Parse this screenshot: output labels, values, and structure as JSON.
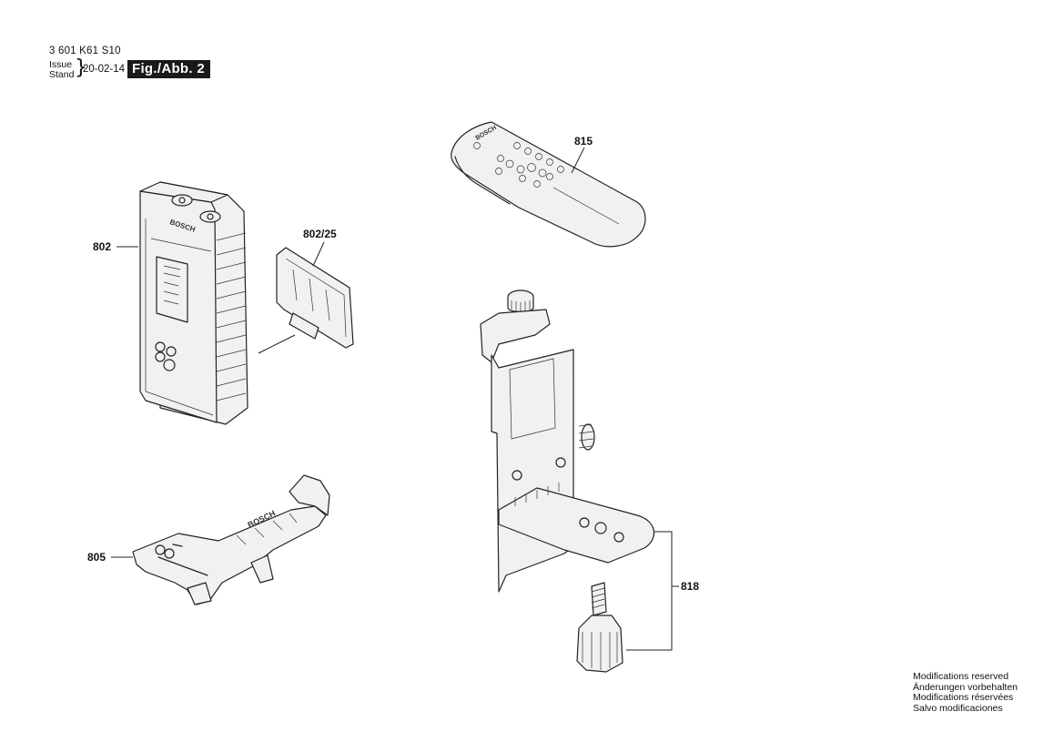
{
  "header": {
    "doc_number": "3 601 K61 S10",
    "issue_label": "Issue",
    "stand_label": "Stand",
    "date": "20-02-14",
    "figure_label": "Fig./Abb. 2"
  },
  "parts": [
    {
      "id": "802",
      "label": "802",
      "depicts": "laser receiver"
    },
    {
      "id": "802/25",
      "label": "802/25",
      "depicts": "battery cover"
    },
    {
      "id": "805",
      "label": "805",
      "depicts": "receiver clamp"
    },
    {
      "id": "815",
      "label": "815",
      "depicts": "remote control"
    },
    {
      "id": "818",
      "label": "818",
      "depicts": "wall mount with adapter screw"
    }
  ],
  "brand_marks": [
    "BOSCH"
  ],
  "footer": {
    "lines": [
      "Modifications reserved",
      "Änderungen vorbehalten",
      "Modifications réservées",
      "Salvo modificaciones"
    ]
  }
}
